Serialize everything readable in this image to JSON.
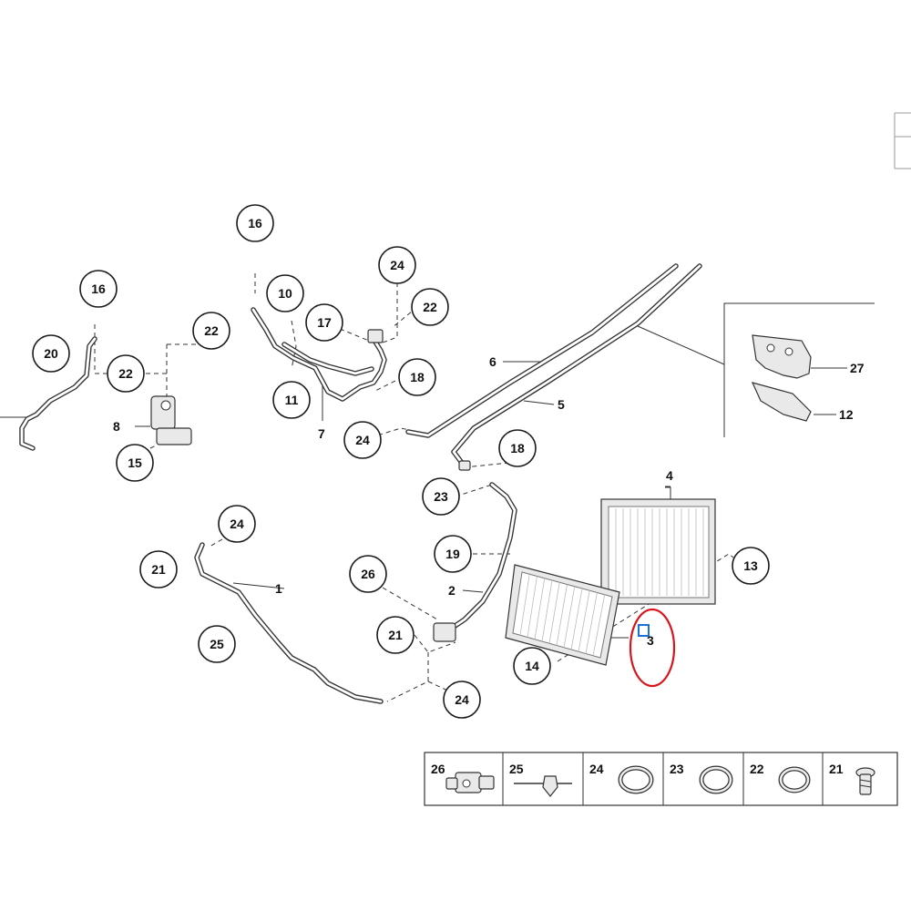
{
  "callouts": {
    "c16a": "16",
    "c16b": "16",
    "c20": "20",
    "c22a": "22",
    "c22b": "22",
    "c22c": "22",
    "c10": "10",
    "c17": "17",
    "c24a": "24",
    "c18a": "18",
    "c11": "11",
    "c24b": "24",
    "c15": "15",
    "c18b": "18",
    "c23": "23",
    "c24c": "24",
    "c21a": "21",
    "c19": "19",
    "c26": "26",
    "c13": "13",
    "c25": "25",
    "c21b": "21",
    "c14": "14",
    "c24d": "24"
  },
  "labels": {
    "l8": "8",
    "l7": "7",
    "l6": "6",
    "l5": "5",
    "l27": "27",
    "l12": "12",
    "l4": "4",
    "l1": "1",
    "l2": "2",
    "l3": "3"
  },
  "legend": [
    "26",
    "25",
    "24",
    "23",
    "22",
    "21"
  ],
  "colors": {
    "highlight": "#d8141c",
    "marker": "#1e6fd9",
    "line": "#333333"
  }
}
